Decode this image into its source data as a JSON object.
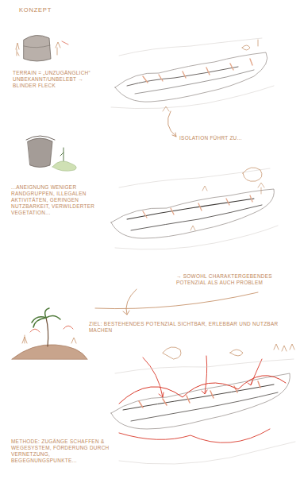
{
  "diagram": {
    "title": "KONZEPT",
    "labels": [
      "TERRAIN = „UNZUGÄNGLICH“ UNBEKANNT/UNBELEBT → BLINDER FLECK",
      "ISOLATION FÜHRT ZU...",
      "...ANEIGNUNG WENIGER RANDGRUPPEN, ILLEGALEN AKTIVITÄTEN, GERINGEN NUTZBARKEIT, VERWILDERTER VEGETATION...",
      "→ SOWOHL CHARAKTERGEBENDES POTENZIAL ALS AUCH PROBLEM",
      "ZIEL: BESTEHENDES POTENZIAL SICHTBAR, ERLEBBAR UND NUTZBAR MACHEN",
      "METHODE: ZUGÄNGE SCHAFFEN & WEGESYSTEM, FÖRDERUNG DURCH VERNETZUNG, BEGEGNUNGSPUNKTE..."
    ]
  }
}
